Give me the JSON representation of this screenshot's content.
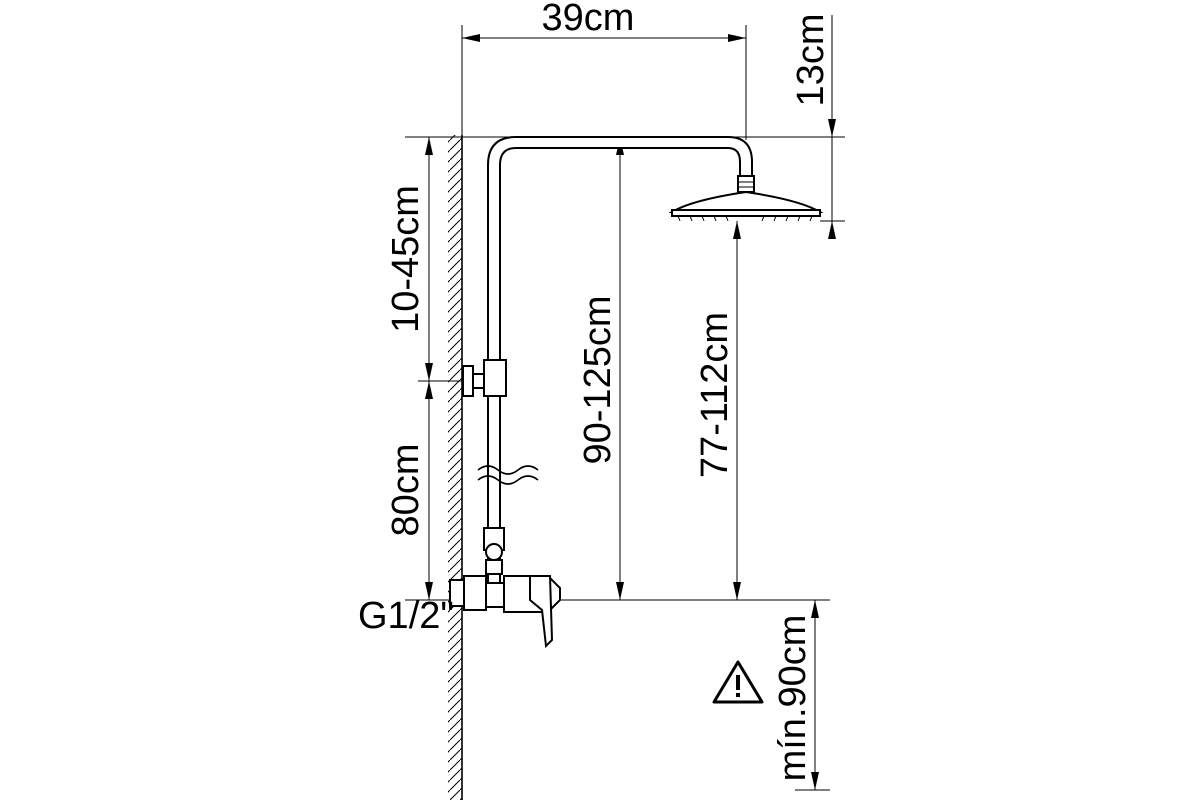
{
  "dimensions": {
    "head_reach": "39cm",
    "head_drop": "13cm",
    "upper_adjust": "10-45cm",
    "wall_bracket_height": "80cm",
    "total_height": "90-125cm",
    "head_clearance": "77-112cm",
    "min_mount_height": "mín.90cm"
  },
  "labels": {
    "inlet_thread": "G1/2\""
  },
  "icons": {
    "warning": "warning-triangle-icon"
  }
}
